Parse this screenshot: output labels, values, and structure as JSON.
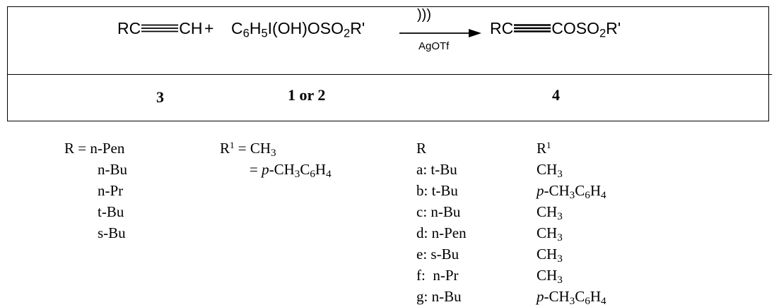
{
  "scheme": {
    "reactant_alkyne": {
      "left": "RC",
      "right": "CH"
    },
    "plus": "+",
    "reagent": "C6H5I(OH)OSO2R'",
    "arrow_above": ")))",
    "arrow_below": "AgOTf",
    "product": {
      "left": "RC",
      "right": "COSO2R'"
    },
    "labels": {
      "reactant": "3",
      "reagent": "1 or 2",
      "product": "4"
    }
  },
  "r_definitions": {
    "prefix": "R = ",
    "items": [
      "n-Pen",
      "n-Bu",
      "n-Pr",
      "t-Bu",
      "s-Bu"
    ]
  },
  "r1_definitions": {
    "line1": "= CH3",
    "line2": "= p-CH3C6H4"
  },
  "table": {
    "header_r": "R",
    "header_r1": "R",
    "rows": [
      {
        "r": "a: t-Bu",
        "r1": "CH3"
      },
      {
        "r": "b: t-Bu",
        "r1": "p-CH3C6H4"
      },
      {
        "r": "c: n-Bu",
        "r1": "CH3"
      },
      {
        "r": "d: n-Pen",
        "r1": "CH3"
      },
      {
        "r": "e: s-Bu",
        "r1": "CH3"
      },
      {
        "r": "f:  n-Pr",
        "r1": "CH3"
      },
      {
        "r": "g: n-Bu",
        "r1": "p-CH3C6H4"
      }
    ]
  }
}
